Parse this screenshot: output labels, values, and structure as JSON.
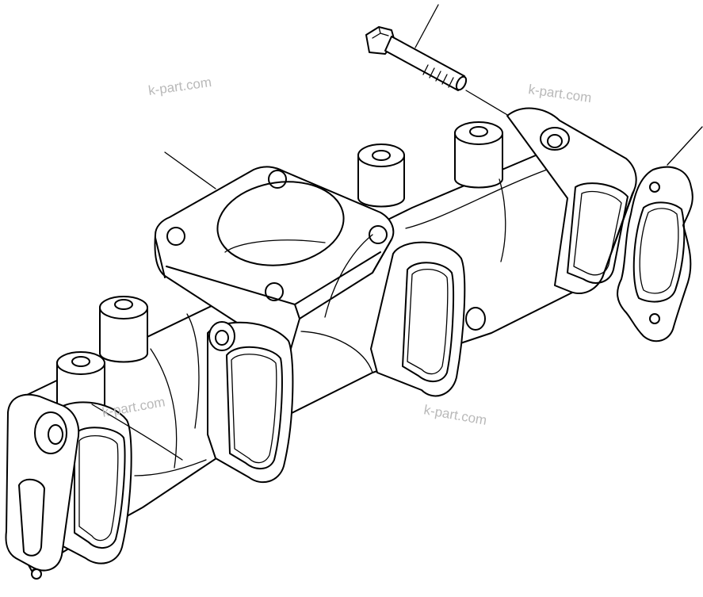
{
  "watermarks": [
    "k-part.com",
    "k-part.com",
    "k-part.com",
    "k-part.com"
  ],
  "parts": [
    "exhaust-manifold",
    "bolt",
    "gasket"
  ],
  "colors": {
    "line": "#000000",
    "watermark": "#b9b9b9",
    "background": "#ffffff"
  }
}
